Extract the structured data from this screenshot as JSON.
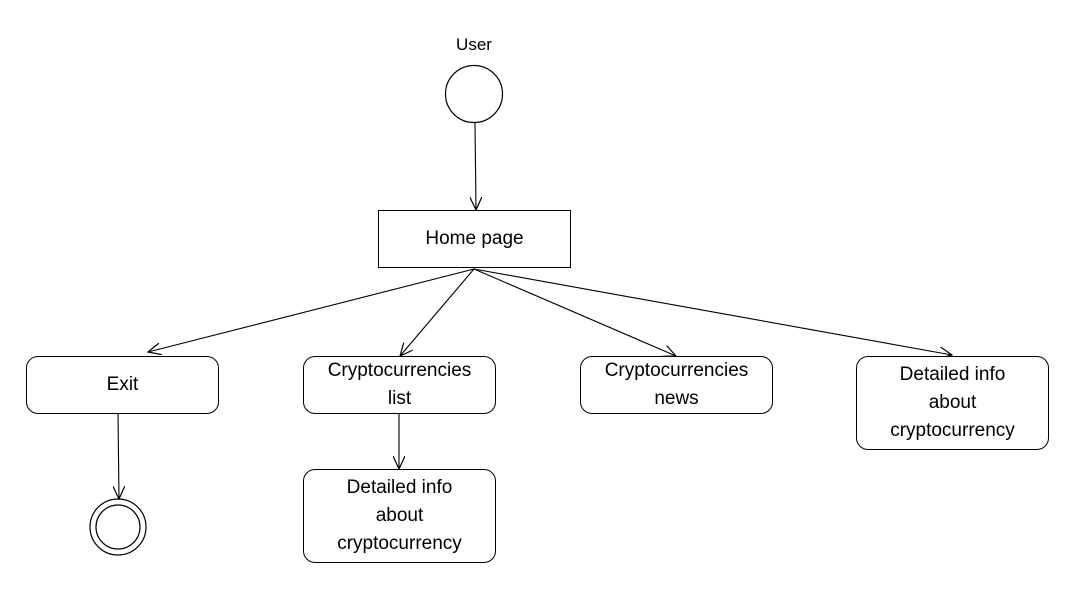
{
  "diagram": {
    "actor_label": "User",
    "home": "Home page",
    "exit": "Exit",
    "crypto_list": "Cryptocurrencies\nlist",
    "crypto_news": "Cryptocurrencies\nnews",
    "detail_right": "Detailed info\nabout\ncryptocurrency",
    "detail_bottom": "Detailed info\nabout\ncryptocurrency"
  }
}
